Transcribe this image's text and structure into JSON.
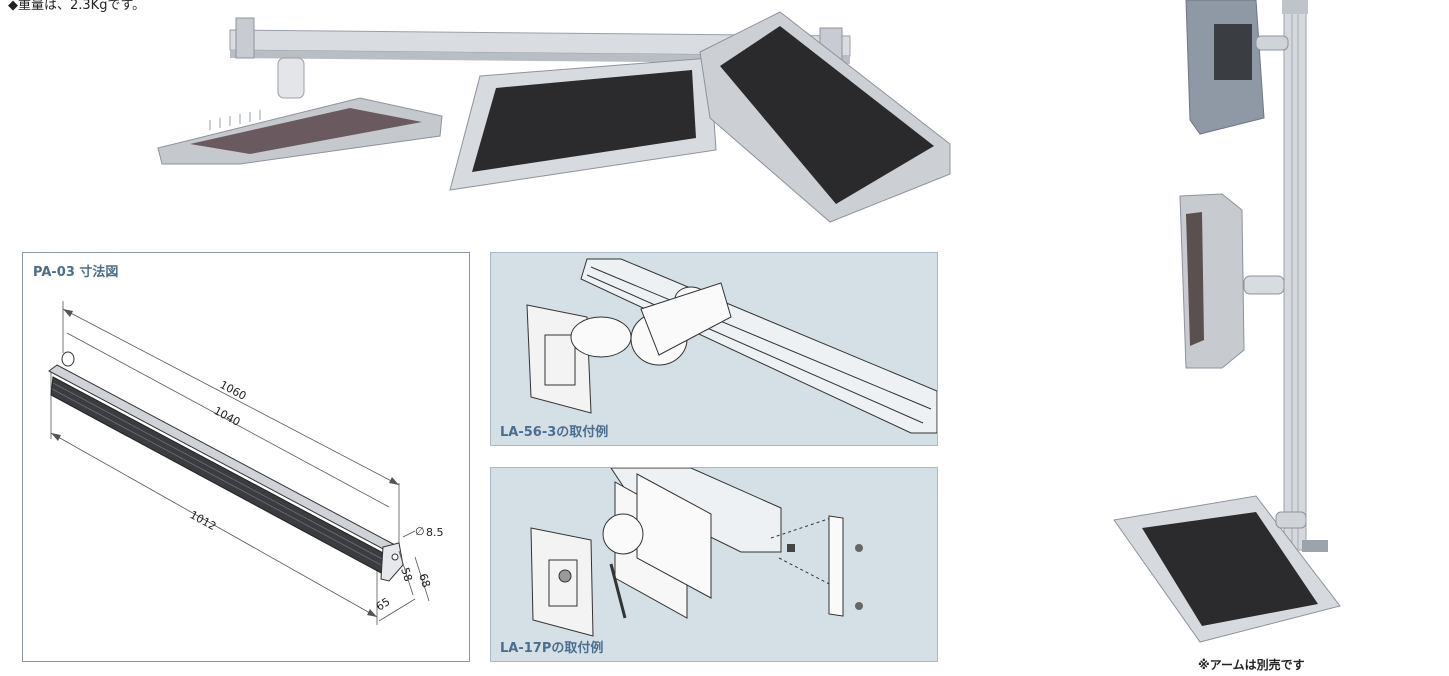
{
  "header": {
    "weight_note": "◆重量は、2.3Kgです。"
  },
  "dimension_panel": {
    "title": "PA-03 寸法図",
    "dimensions": {
      "overall_length": "1060",
      "hole_pitch": "1040",
      "rail_length": "1012",
      "hole_diameter": "8.5",
      "width": "65",
      "height_inner": "58",
      "height_outer": "68"
    }
  },
  "examples": [
    {
      "caption": "LA-56-3の取付例"
    },
    {
      "caption": "LA-17Pの取付例"
    }
  ],
  "right_figure": {
    "caption": "※アームは別売です"
  },
  "colors": {
    "caption_blue": "#4b6e8e",
    "panel_bg": "#d4dfe6",
    "panel_border": "#8a96a6"
  }
}
